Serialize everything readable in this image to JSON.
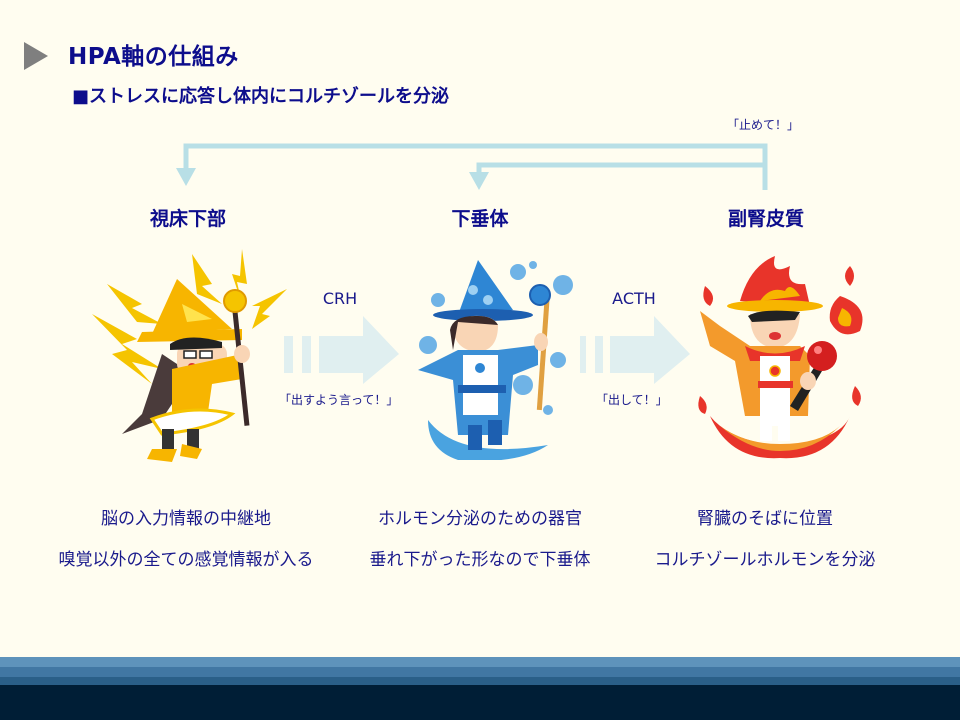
{
  "slide": {
    "title": "HPA軸の仕組み",
    "subtitle": "■ストレスに応答し体内にコルチゾールを分泌",
    "feedback_label": "「止めて！」",
    "colors": {
      "background": "#fffdf0",
      "text": "#1a1a8c",
      "title_text": "#0d0d8c",
      "title_marker": "#7f7f7f",
      "feedback_line": "#b8dfe6",
      "flow_arrow": "#e0eff0",
      "footer_bands": [
        "#5e93bb",
        "#4177a3",
        "#2a5f88",
        "#001e36"
      ]
    }
  },
  "nodes": [
    {
      "name": "視床下部",
      "character": "lightning-wizard",
      "descriptions": [
        "脳の入力情報の中継地",
        "嗅覚以外の全ての感覚情報が入る"
      ]
    },
    {
      "name": "下垂体",
      "character": "water-wizard",
      "descriptions": [
        "ホルモン分泌のための器官",
        "垂れ下がった形なので下垂体"
      ]
    },
    {
      "name": "副腎皮質",
      "character": "fire-wizard",
      "descriptions": [
        "腎臓のそばに位置",
        "コルチゾールホルモンを分泌"
      ]
    }
  ],
  "flows": [
    {
      "hormone": "CRH",
      "quote": "「出すよう言って！」"
    },
    {
      "hormone": "ACTH",
      "quote": "「出して！」"
    }
  ]
}
